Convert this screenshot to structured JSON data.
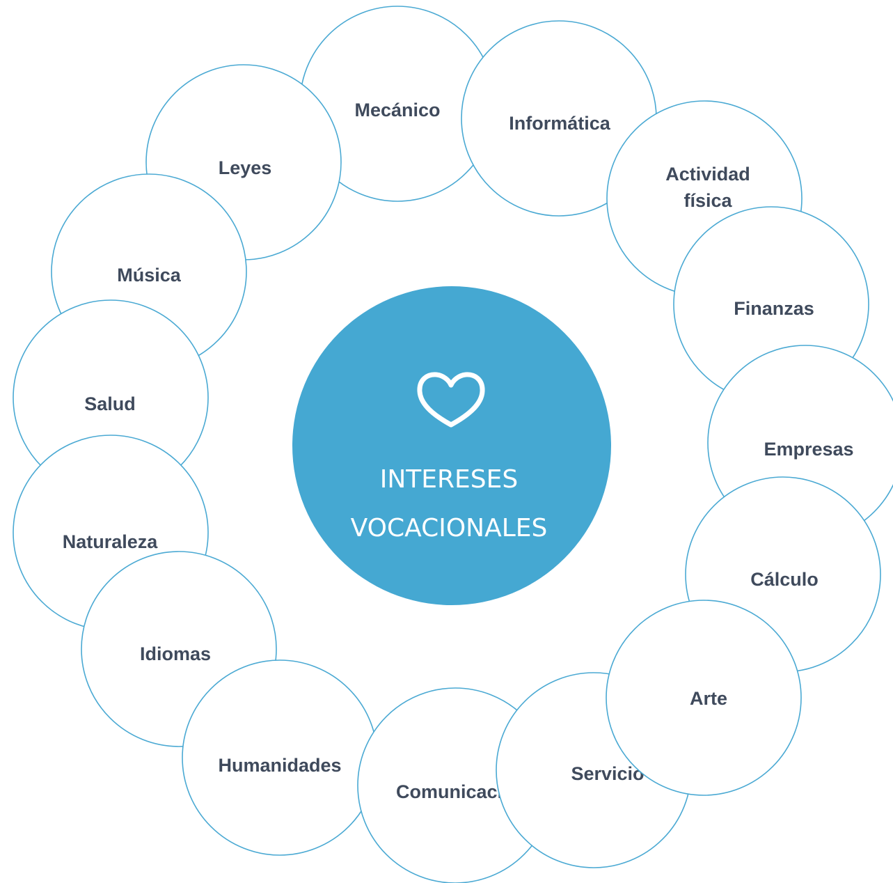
{
  "center": {
    "icon": "heart-icon",
    "title_line1": "INTERESES",
    "title_line2": "VOCACIONALES"
  },
  "colors": {
    "accent": "#45a8d2",
    "ring_stroke": "#4aa9d3",
    "label_text": "#3f4a5c",
    "background": "#ffffff"
  },
  "interests": [
    {
      "id": "mecanico",
      "label": "Mecánico"
    },
    {
      "id": "informatica",
      "label": "Informática"
    },
    {
      "id": "actividad-fisica",
      "label": "Actividad física"
    },
    {
      "id": "finanzas",
      "label": "Finanzas"
    },
    {
      "id": "empresas",
      "label": "Empresas"
    },
    {
      "id": "calculo",
      "label": "Cálculo"
    },
    {
      "id": "arte",
      "label": "Arte"
    },
    {
      "id": "servicio",
      "label": "Servicio"
    },
    {
      "id": "comunicacion",
      "label": "Comunicación"
    },
    {
      "id": "humanidades",
      "label": "Humanidades"
    },
    {
      "id": "idiomas",
      "label": "Idiomas"
    },
    {
      "id": "naturaleza",
      "label": "Naturaleza"
    },
    {
      "id": "salud",
      "label": "Salud"
    },
    {
      "id": "musica",
      "label": "Música"
    },
    {
      "id": "leyes",
      "label": "Leyes"
    }
  ]
}
